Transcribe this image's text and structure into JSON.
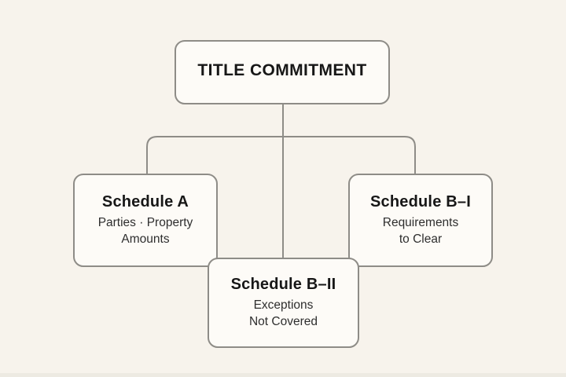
{
  "theme": {
    "bg": "#f7f3ec",
    "box_fill": "#fdfbf7",
    "line": "#8e8c87",
    "title": "#171717",
    "subtitle": "#2e2e2e"
  },
  "diagram": {
    "type": "flowchart",
    "nodes": {
      "root": {
        "title": "TITLE COMMITMENT"
      },
      "schedule_a": {
        "title": "Schedule A",
        "subtitle_line1": "Parties · Property",
        "subtitle_line2": "Amounts"
      },
      "schedule_b1": {
        "title": "Schedule B–I",
        "subtitle_line1": "Requirements",
        "subtitle_line2": "to Clear"
      },
      "schedule_b2": {
        "title": "Schedule B–II",
        "subtitle_line1": "Exceptions",
        "subtitle_line2": "Not Covered"
      }
    },
    "edges": [
      {
        "from": "root",
        "to": "schedule_a"
      },
      {
        "from": "root",
        "to": "schedule_b1"
      },
      {
        "from": "root",
        "to": "schedule_b2"
      }
    ]
  }
}
